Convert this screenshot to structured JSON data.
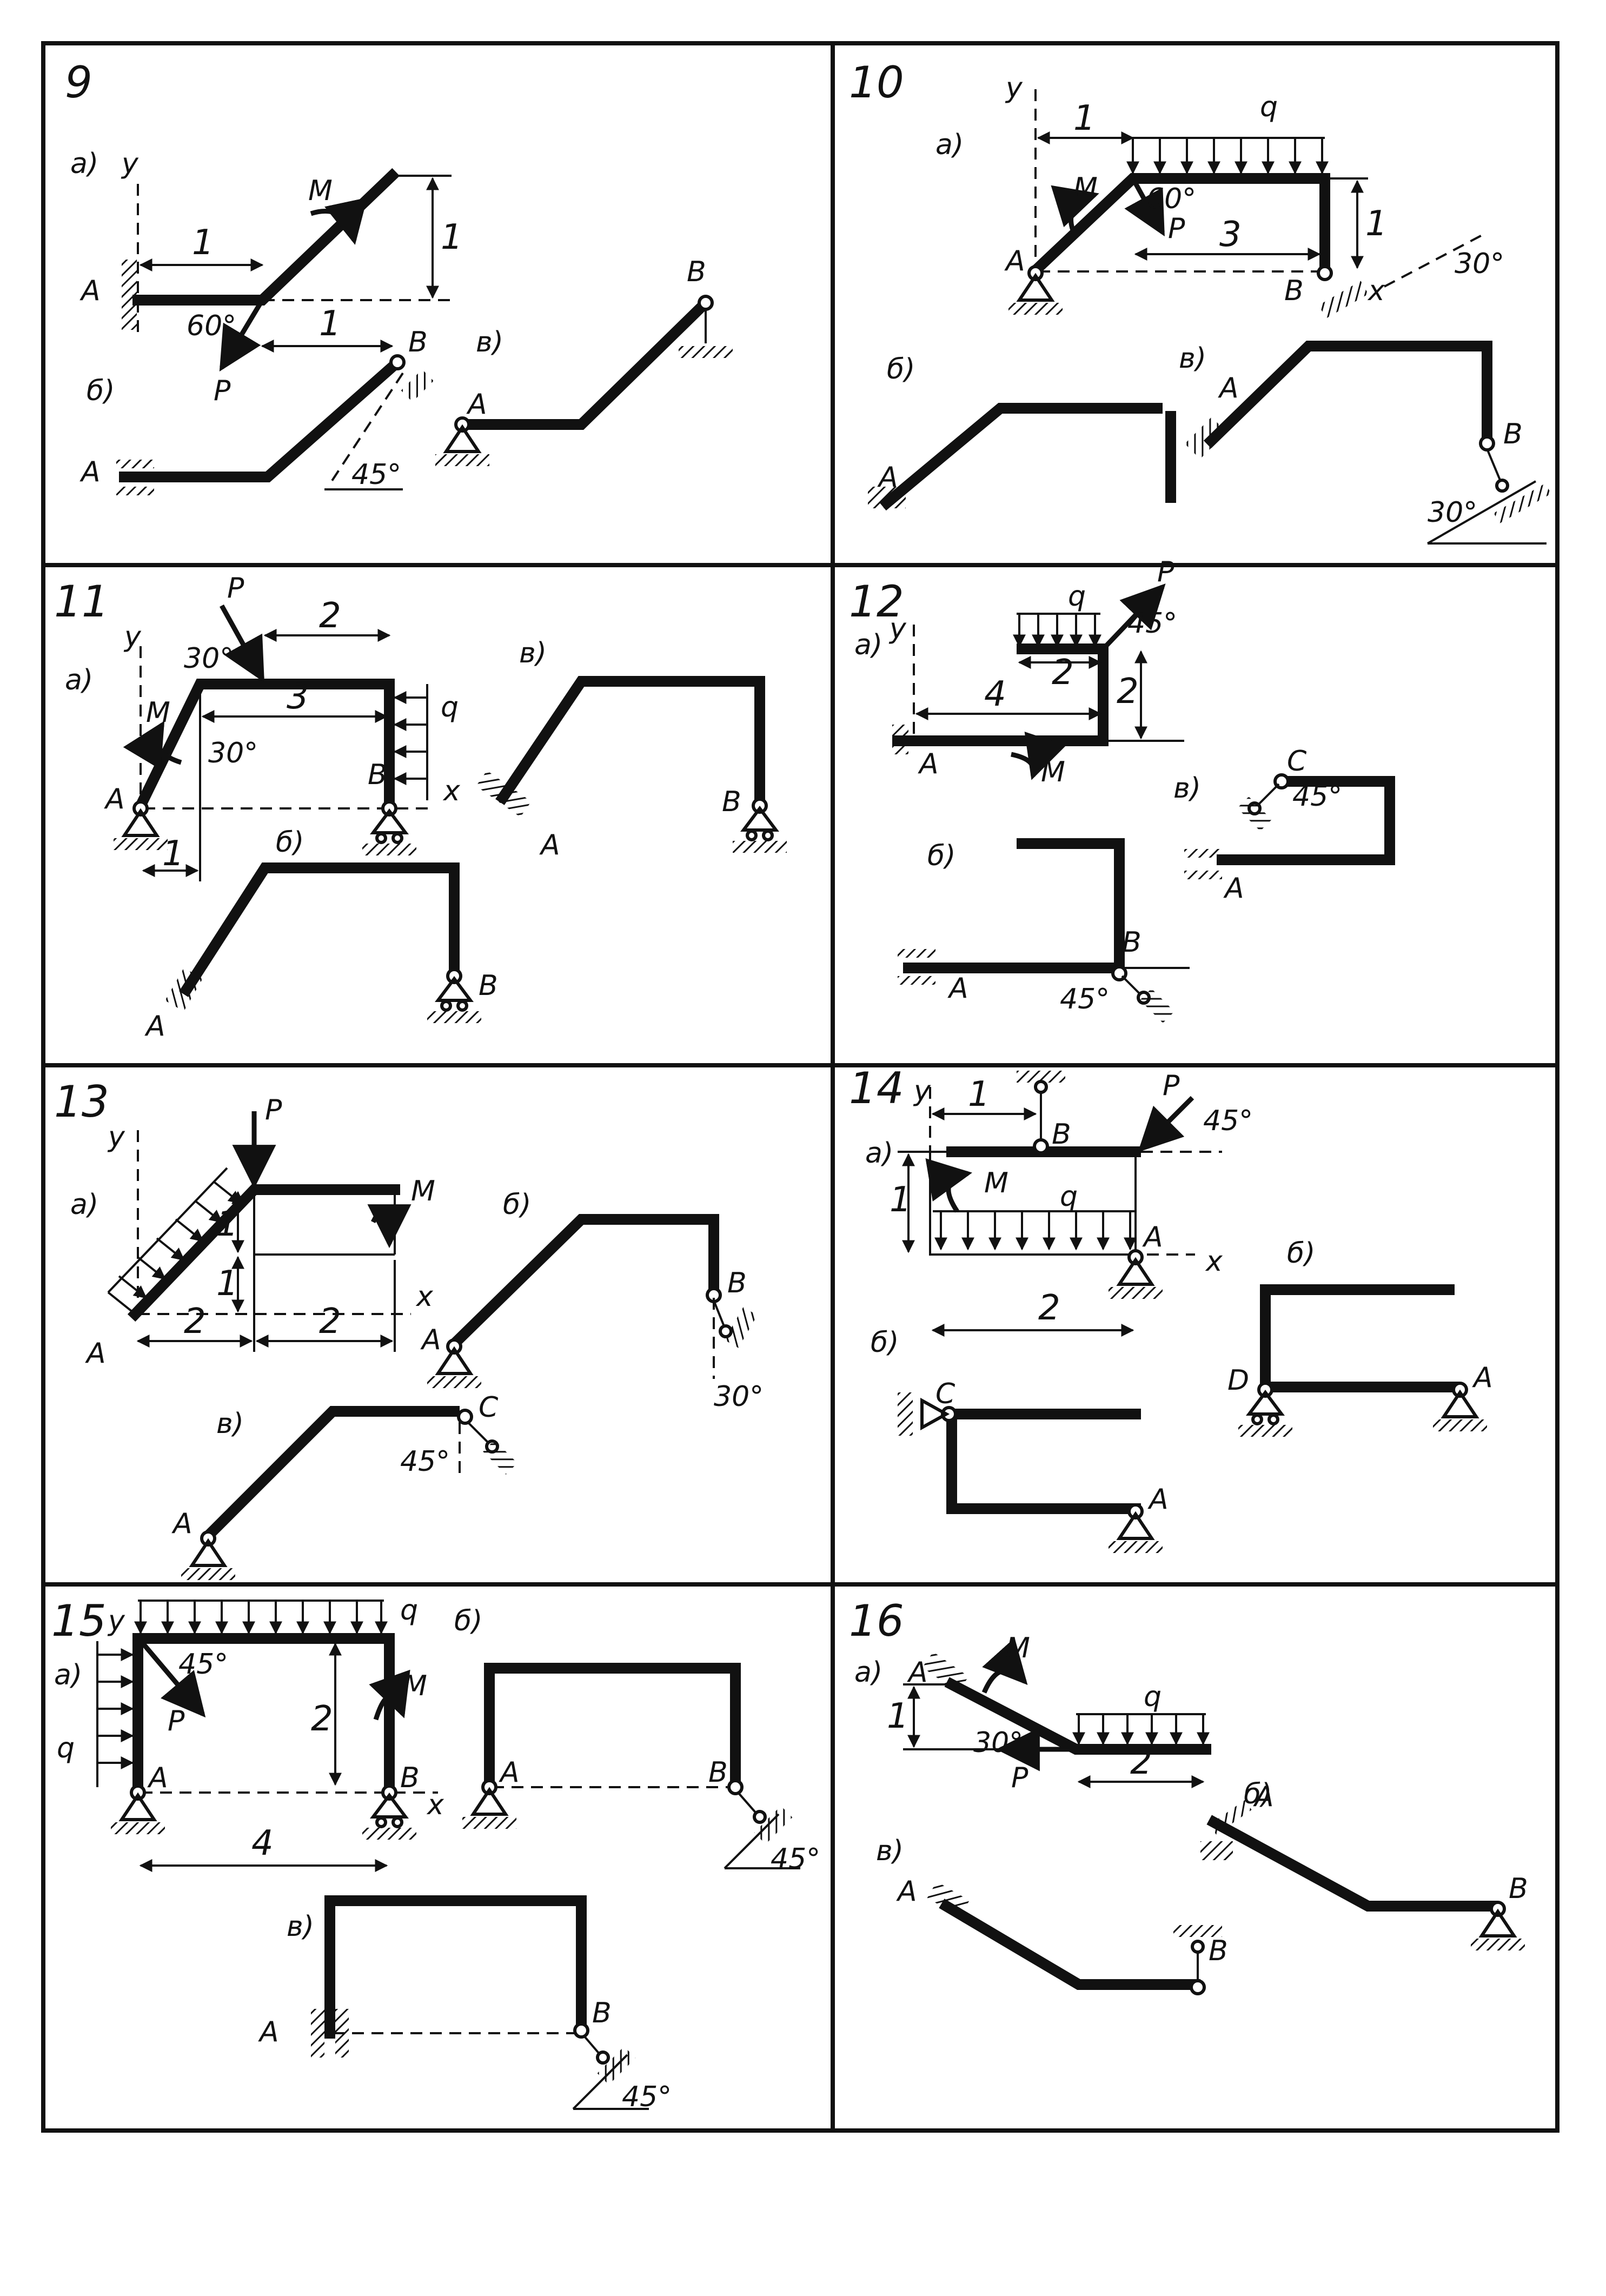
{
  "problems": [
    {
      "number": "9",
      "sub": {
        "a": "а)",
        "b": "б)",
        "v": "в)"
      },
      "labels": {
        "A": "A",
        "B": "B",
        "M": "M",
        "P": "P",
        "y": "y"
      },
      "dims": {
        "d1": "1",
        "d2": "1",
        "d3": "1"
      },
      "angles": {
        "a1": "60°",
        "a2": "45°"
      }
    },
    {
      "number": "10",
      "sub": {
        "a": "а)",
        "b": "б)",
        "v": "в)"
      },
      "labels": {
        "A": "A",
        "B": "B",
        "M": "M",
        "P": "P",
        "q": "q",
        "y": "y",
        "x": "x"
      },
      "dims": {
        "d1": "1",
        "d2": "3",
        "d3": "1"
      },
      "angles": {
        "a1": "60°",
        "a2": "30°",
        "a3": "30°"
      }
    },
    {
      "number": "11",
      "sub": {
        "a": "а)",
        "b": "б)",
        "v": "в)"
      },
      "labels": {
        "A": "A",
        "B": "B",
        "M": "M",
        "P": "P",
        "q": "q",
        "y": "y",
        "x": "x"
      },
      "dims": {
        "d1": "2",
        "d2": "3",
        "d3": "1"
      },
      "angles": {
        "a1": "30°",
        "a2": "30°"
      }
    },
    {
      "number": "12",
      "sub": {
        "a": "а)",
        "b": "б)",
        "v": "в)"
      },
      "labels": {
        "A": "A",
        "B": "B",
        "C": "C",
        "M": "M",
        "P": "P",
        "q": "q",
        "y": "y"
      },
      "dims": {
        "d1": "2",
        "d2": "4",
        "d3": "2"
      },
      "angles": {
        "a1": "45°",
        "a2": "45°",
        "a3": "45°"
      }
    },
    {
      "number": "13",
      "sub": {
        "a": "а)",
        "b": "б)",
        "v": "в)"
      },
      "labels": {
        "A": "A",
        "B": "B",
        "C": "C",
        "M": "M",
        "P": "P",
        "y": "y",
        "x": "x"
      },
      "dims": {
        "d1": "1",
        "d2": "1",
        "d3": "2",
        "d4": "2"
      },
      "angles": {
        "a1": "30°",
        "a2": "45°"
      }
    },
    {
      "number": "14",
      "sub": {
        "a": "а)",
        "b": "б)",
        "b2": "б)"
      },
      "labels": {
        "A": "A",
        "B": "B",
        "C": "C",
        "D": "D",
        "M": "M",
        "P": "P",
        "q": "q",
        "y": "y",
        "x": "x"
      },
      "dims": {
        "d1": "1",
        "d2": "1",
        "d3": "2"
      },
      "angles": {
        "a1": "45°"
      }
    },
    {
      "number": "15",
      "sub": {
        "a": "а)",
        "b": "б)",
        "v": "в)"
      },
      "labels": {
        "A": "A",
        "B": "B",
        "M": "M",
        "P": "P",
        "q": "q",
        "y": "y",
        "x": "x"
      },
      "dims": {
        "d1": "2",
        "d2": "4"
      },
      "angles": {
        "a1": "45°",
        "a2": "45°",
        "a3": "45°"
      }
    },
    {
      "number": "16",
      "sub": {
        "a": "а)",
        "b": "б)",
        "v": "в)"
      },
      "labels": {
        "A": "A",
        "B": "B",
        "M": "M",
        "P": "P",
        "q": "q"
      },
      "dims": {
        "d1": "1",
        "d2": "2"
      },
      "angles": {
        "a1": "30°"
      }
    }
  ]
}
